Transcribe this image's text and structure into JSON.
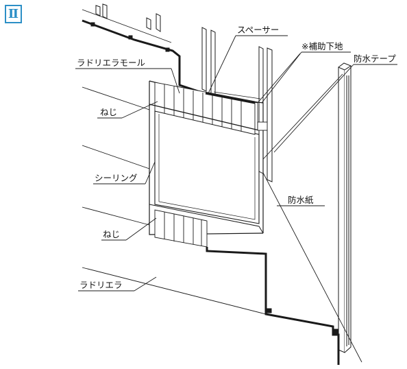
{
  "badge": "Ⅱ",
  "labels": {
    "spacer": "スペーサー",
    "hojo_shitaji": "※補助下地",
    "bousui_tape": "防水テープ",
    "ladoriera_mall": "ラドリエラモール",
    "neji_top": "ねじ",
    "sealing": "シーリング",
    "bousui_shi": "防水紙",
    "neji_bottom": "ねじ",
    "ladoriera": "ラドリエラ"
  },
  "colors": {
    "line": "#1a1a1a",
    "accent": "#2c8fc6",
    "shade": "#e9e9e9"
  }
}
